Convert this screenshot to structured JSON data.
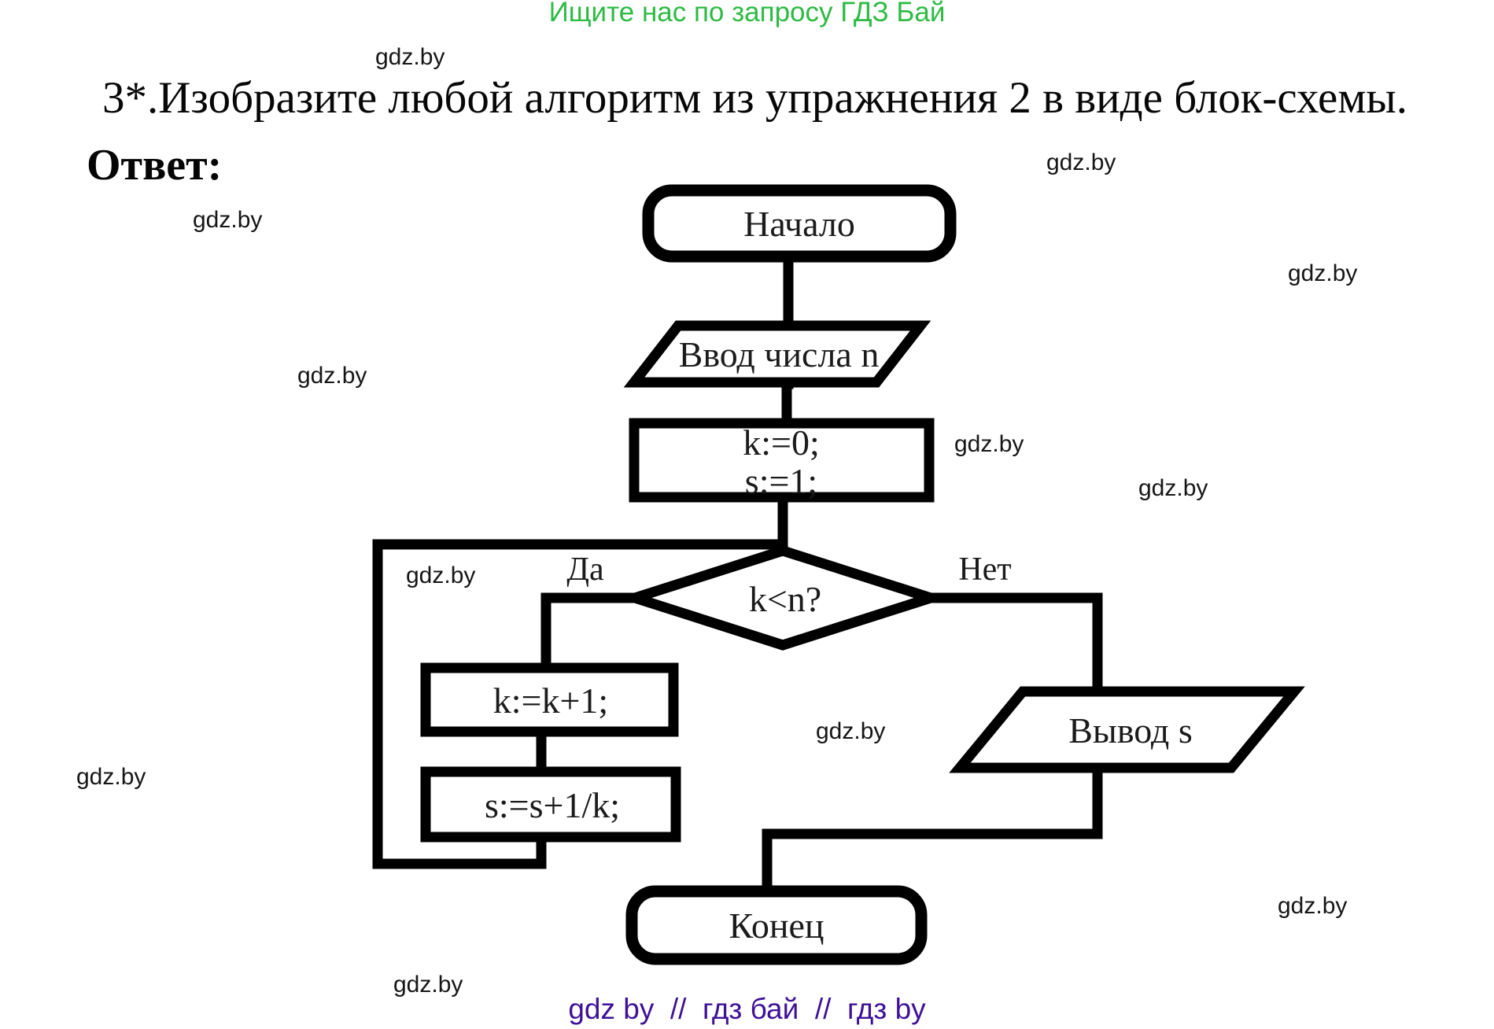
{
  "page": {
    "banner": "Ищите нас по запросу ГДЗ Бай",
    "title": "3*.Изобразите любой алгоритм из упражнения 2 в виде блок-схемы.",
    "answer_label": "Ответ:",
    "footer": "gdz by  //  гдз бай  //  гдз by"
  },
  "watermark": {
    "label": "gdz.by"
  },
  "flowchart": {
    "start": "Начало",
    "input": "Ввод числа n",
    "init_line1": "k:=0;",
    "init_line2": "s:=1;",
    "condition": "k<n?",
    "yes_label": "Да",
    "no_label": "Нет",
    "increment": "k:=k+1;",
    "accumulate": "s:=s+1/k;",
    "output": "Вывод s",
    "end": "Конец"
  },
  "colors": {
    "banner_green": "#2dbb44",
    "footer_purple": "#3f1196",
    "stroke_black": "#000000"
  }
}
